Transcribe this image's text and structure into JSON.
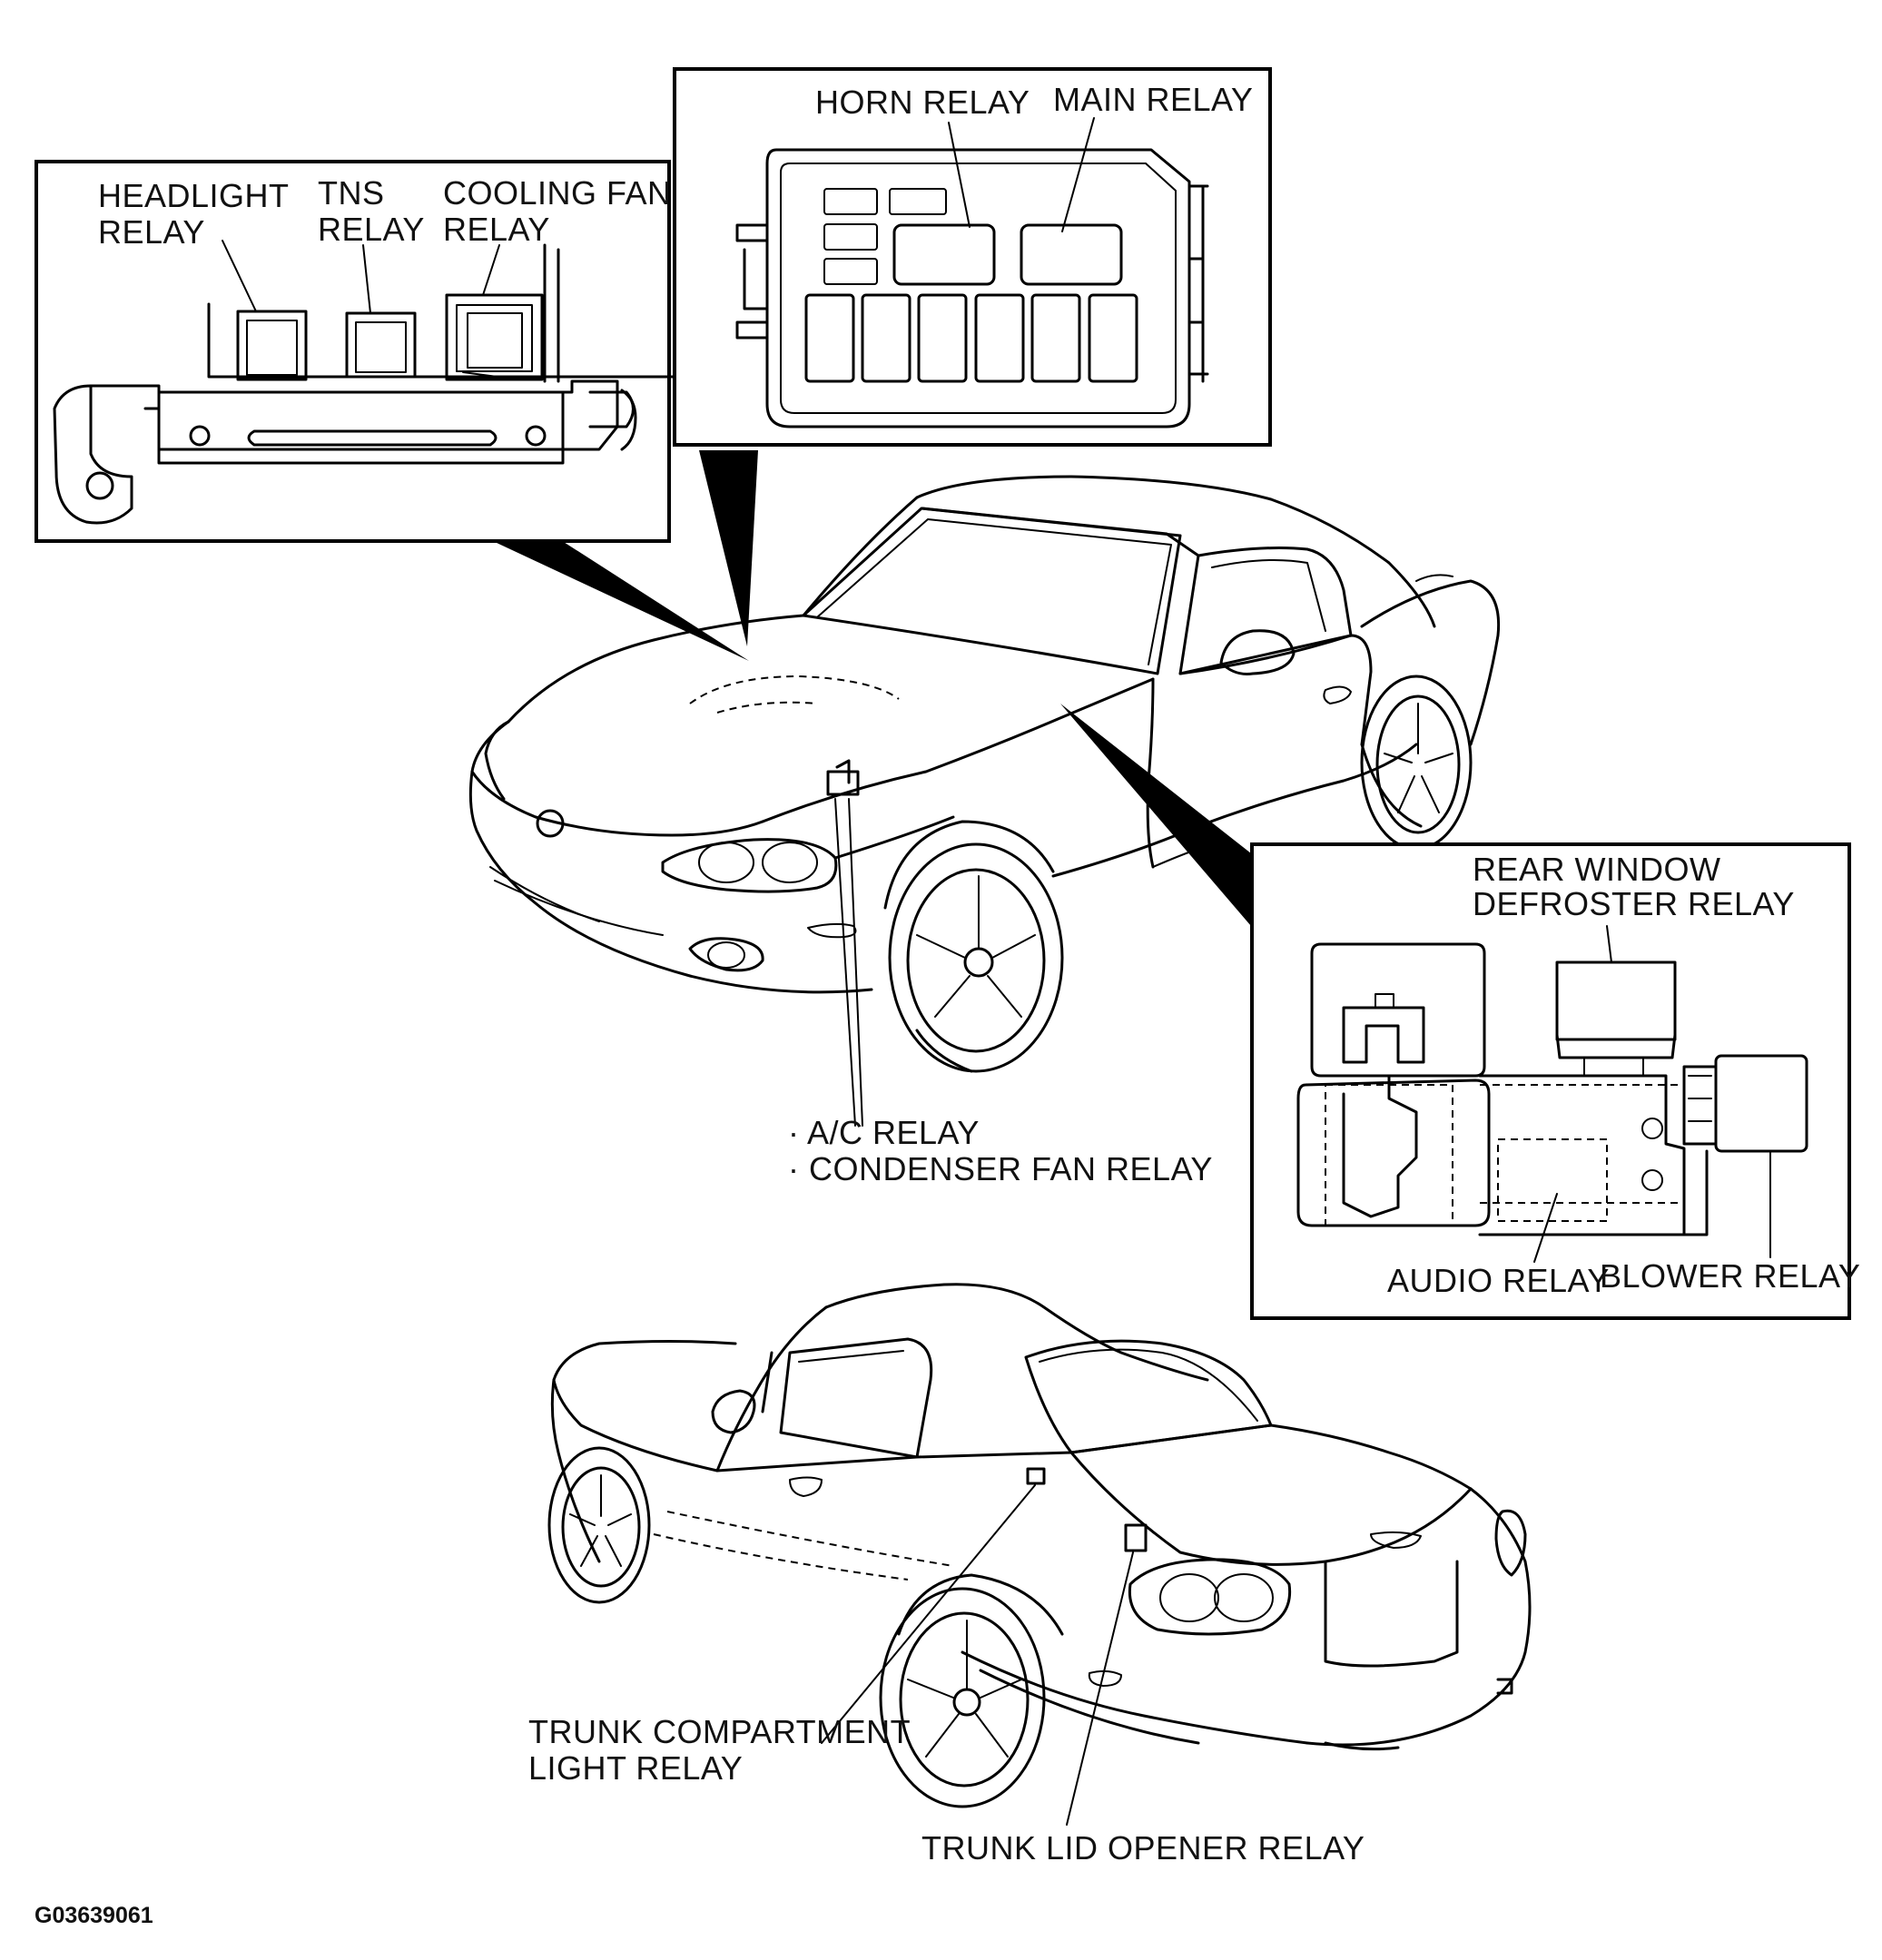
{
  "labels": {
    "headlight_relay": [
      "HEADLIGHT",
      "RELAY"
    ],
    "tns_relay": [
      "TNS",
      "RELAY"
    ],
    "cooling_fan_relay": [
      "COOLING FAN",
      "RELAY"
    ],
    "horn_relay": "HORN RELAY",
    "main_relay": "MAIN RELAY",
    "ac_relay": "· A/C RELAY",
    "condenser_fan_relay": "· CONDENSER FAN RELAY",
    "rear_window_defroster_relay": [
      "REAR WINDOW",
      "DEFROSTER RELAY"
    ],
    "audio_relay": "AUDIO RELAY",
    "blower_relay": "BLOWER RELAY",
    "trunk_compartment_light_relay": [
      "TRUNK COMPARTMENT",
      "LIGHT RELAY"
    ],
    "trunk_lid_opener_relay": "TRUNK LID OPENER RELAY"
  },
  "figure_code": "G03639061"
}
